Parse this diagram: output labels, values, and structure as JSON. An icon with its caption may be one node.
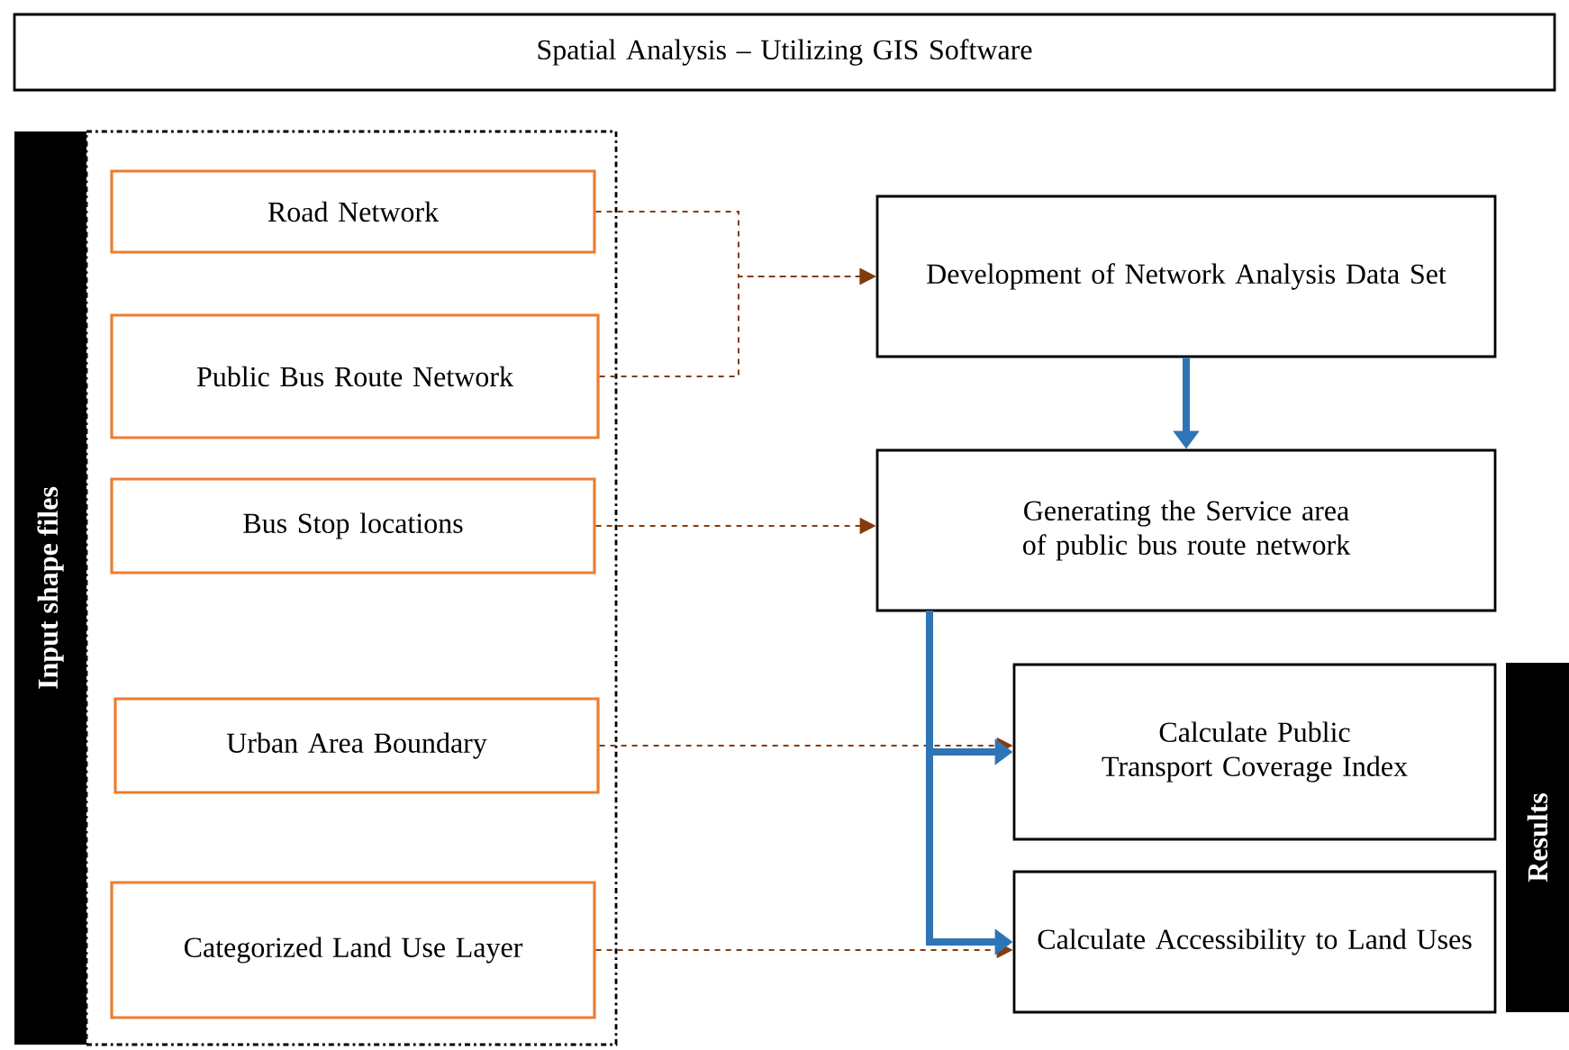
{
  "diagram": {
    "nodes": [
      {
        "text": [
          "Spatial Analysis – Utilizing GIS Software"
        ]
      },
      {
        "text": [
          "Input shape files"
        ]
      },
      {
        "text": [
          "Road Network"
        ],
        "in": 1
      },
      {
        "text": [
          "Public Bus Route Network"
        ],
        "in": 1
      },
      {
        "text": [
          "Bus Stop locations"
        ],
        "in": 1
      },
      {
        "text": [
          "Urban Area Boundary"
        ],
        "in": 1
      },
      {
        "text": [
          "Categorized Land Use Layer"
        ],
        "in": 1
      },
      {
        "text": [
          "Development of Network Analysis Data Set"
        ]
      },
      {
        "text": [
          "Generating the Service area of public bus route network"
        ]
      },
      {
        "text": [
          "Calculate Public Transport Coverage Index"
        ]
      },
      {
        "text": [
          "Calculate Accessibility to Land Uses"
        ]
      },
      {
        "text": [
          "Results"
        ]
      }
    ],
    "edges": [
      {
        "from": 2,
        "to": 7,
        "arrow": "to",
        "style": "dashed"
      },
      {
        "from": 3,
        "to": 7,
        "arrow": "to",
        "style": "dashed"
      },
      {
        "from": 4,
        "to": 8,
        "arrow": "to",
        "style": "dashed"
      },
      {
        "from": 5,
        "to": 9,
        "arrow": "to",
        "style": "dashed"
      },
      {
        "from": 6,
        "to": 10,
        "arrow": "to",
        "style": "dashed"
      },
      {
        "from": 7,
        "to": 8,
        "arrow": "to",
        "style": "thick",
        "color": "#2e75b6"
      },
      {
        "from": 8,
        "to": 9,
        "arrow": "to",
        "style": "thick",
        "color": "#2e75b6"
      },
      {
        "from": 8,
        "to": 10,
        "arrow": "to",
        "style": "thick",
        "color": "#2e75b6"
      }
    ]
  }
}
